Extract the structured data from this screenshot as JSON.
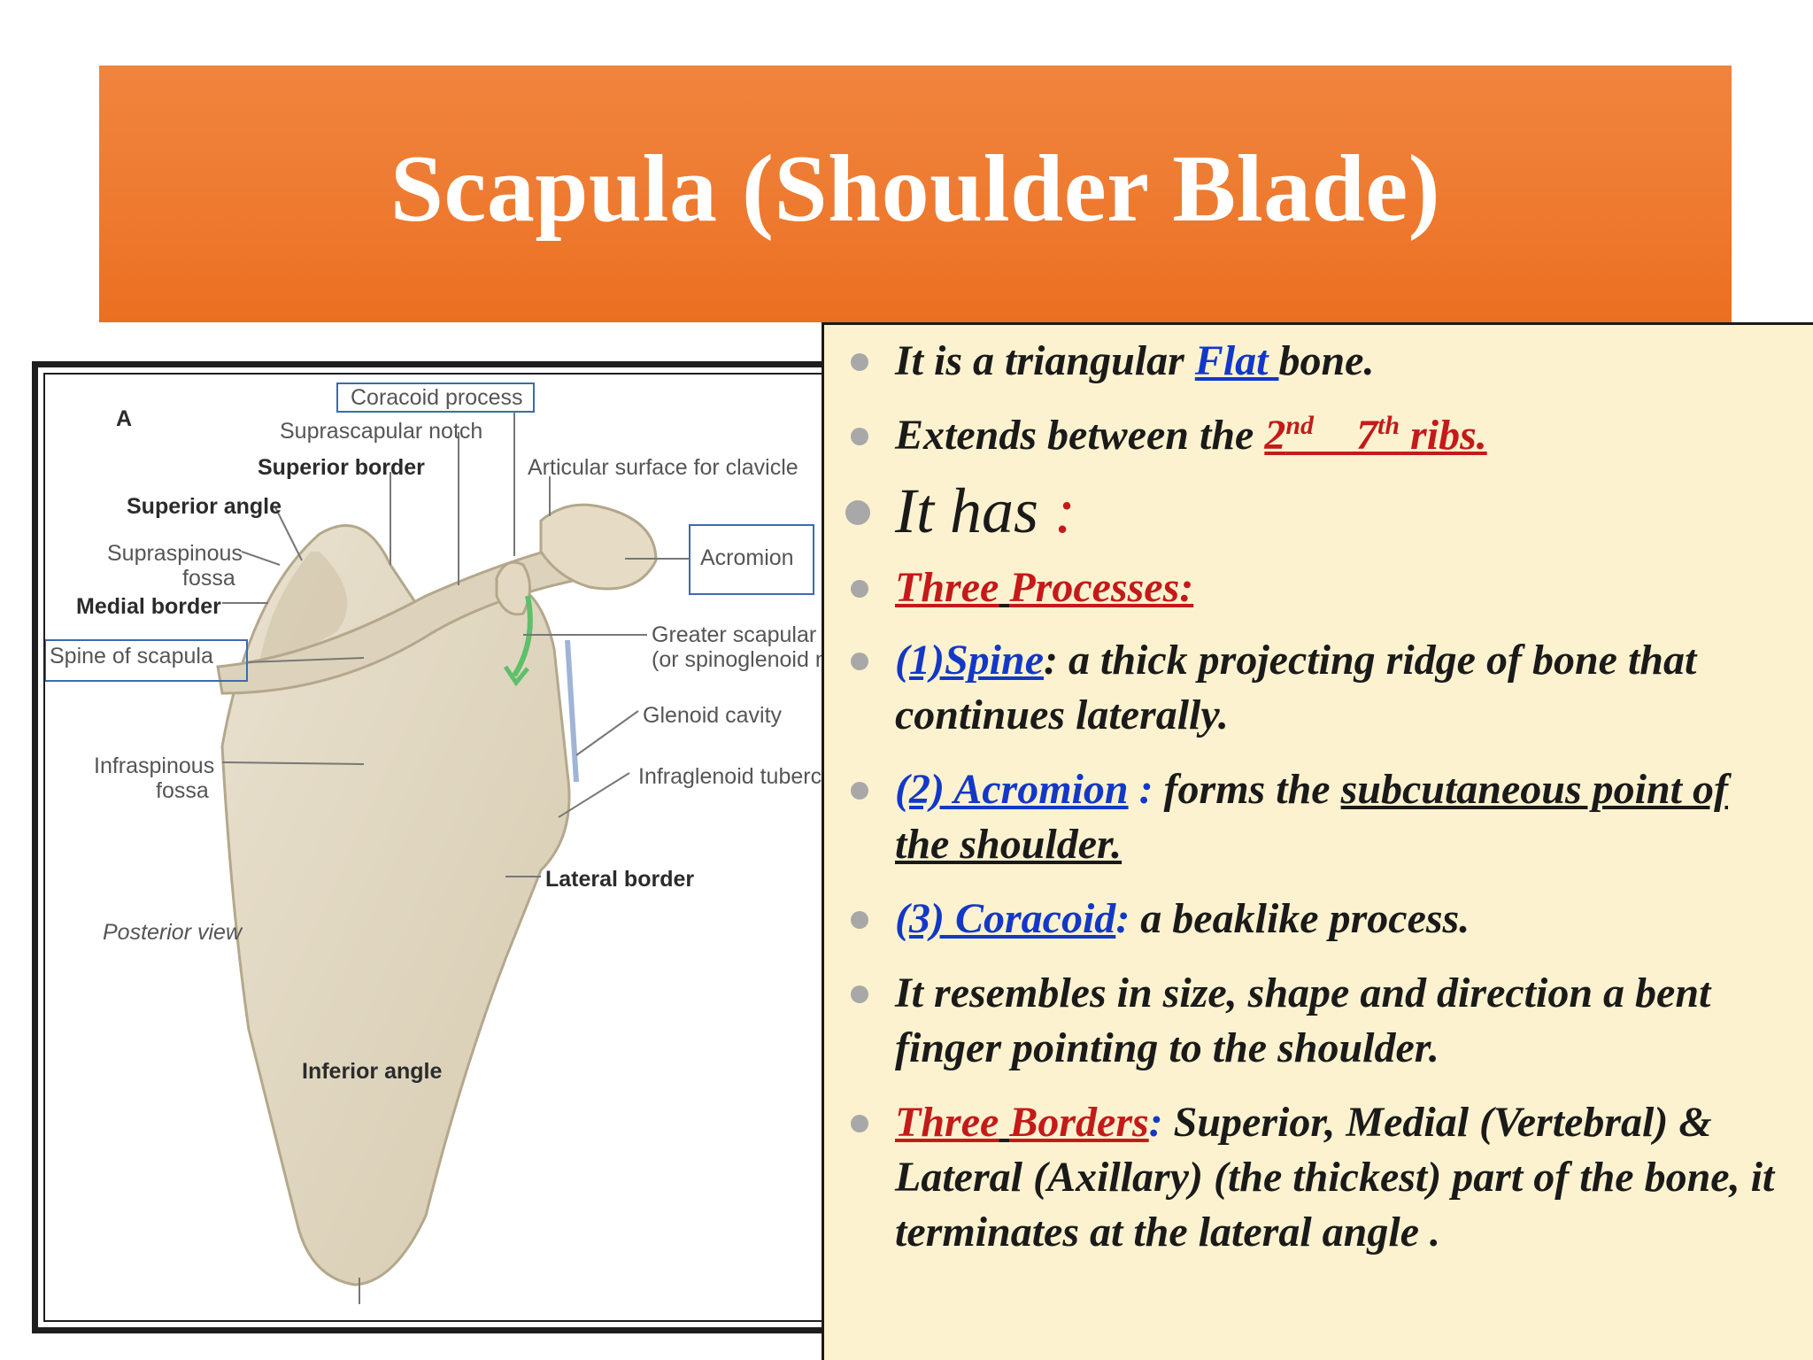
{
  "title": "Scapula (Shoulder Blade)",
  "figure": {
    "panel_letter": "A",
    "view": "Posterior view",
    "labels": {
      "coracoid": "Coracoid process",
      "suprascapular_notch": "Suprascapular notch",
      "superior_border": "Superior border",
      "articular_surface": "Articular surface for clavicle",
      "superior_angle": "Superior angle",
      "supraspinous_1": "Supraspinous",
      "supraspinous_2": "fossa",
      "acromion": "Acromion",
      "medial_border": "Medial border",
      "greater_notch_1": "Greater scapular no",
      "greater_notch_2": "(or spinoglenoid not",
      "spine": "Spine of scapula",
      "glenoid": "Glenoid cavity",
      "infraspinous_1": "Infraspinous",
      "infraspinous_2": "fossa",
      "infraglenoid": "Infraglenoid tubercle",
      "lateral_border": "Lateral border",
      "inferior_angle": "Inferior angle"
    }
  },
  "bullets": {
    "b1": {
      "a": "It is a triangular ",
      "link": "Flat ",
      "b": "bone."
    },
    "b2": {
      "a": "Extends between the ",
      "n1": "2",
      "s1": "nd",
      "mid": " _ 7",
      "s2": "th",
      "end": " ribs."
    },
    "b3": {
      "a": "It has ",
      "colon": ":"
    },
    "b4": {
      "w1": "Three",
      "space": " ",
      "w2": "Processes:"
    },
    "b5": {
      "link": "(1)Spine",
      "colon": ":",
      "rest": " a thick projecting ridge of  bone that continues laterally."
    },
    "b6": {
      "link": "(2) Acromion",
      "colon": " :",
      "a": " forms the ",
      "u1": "subcutaneous point of the shoulder."
    },
    "b7": {
      "link": "(3) Coracoid",
      "colon": ":",
      "rest": " a beaklike process."
    },
    "b8": {
      "text": "It resembles in size, shape and direction a bent finger pointing to the shoulder."
    },
    "b9": {
      "w1": "Three",
      "space": " ",
      "w2": "Borders",
      "colon": ":",
      "rest": " Superior, Medial (Vertebral) & Lateral (Axillary) (the thickest) part of the bone, it terminates at the lateral angle ."
    }
  }
}
